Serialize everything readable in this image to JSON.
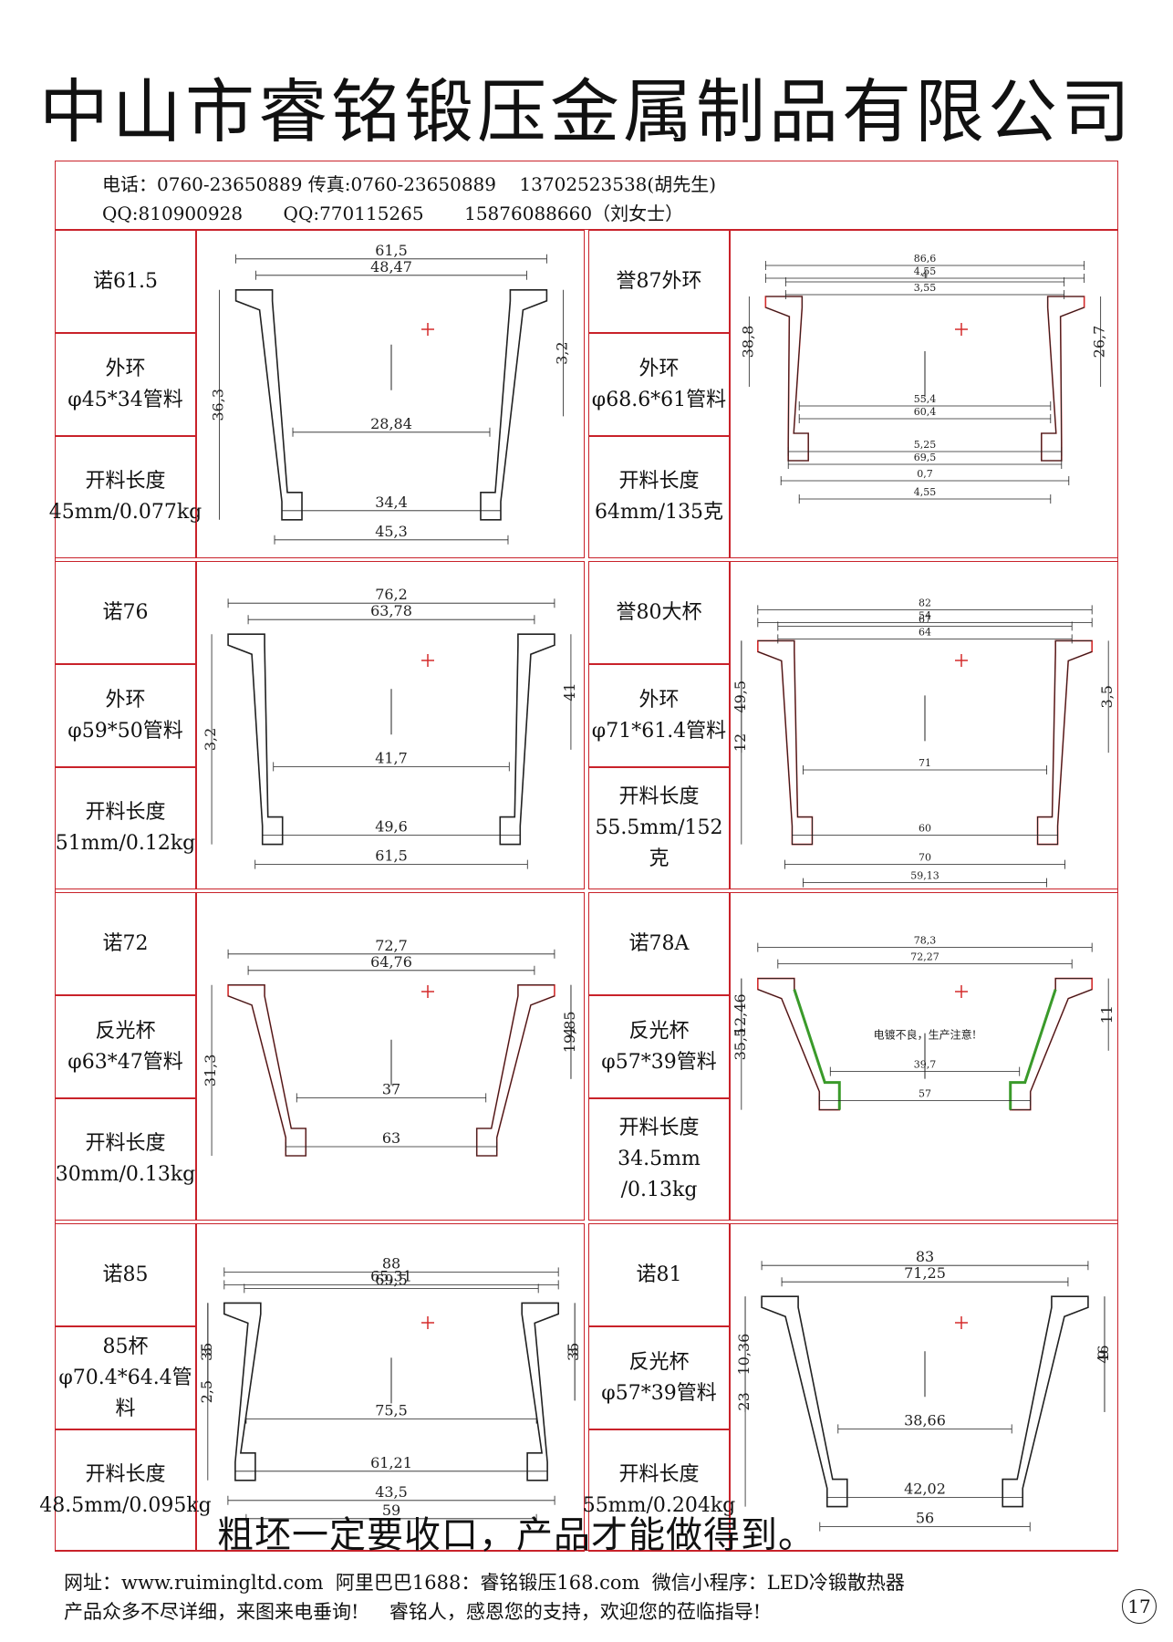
{
  "title": "中山市睿铭锻压金属制品有限公司",
  "contact": {
    "line1": "电话：0760-23650889 传真:0760-23650889    13702523538(胡先生)",
    "line2": "QQ:810900928       QQ:770115265       15876088660（刘女士）"
  },
  "products": [
    {
      "name": "诺61.5",
      "type": "外环",
      "tube": "φ45*34管料",
      "len_label": "开料长度",
      "len": "45mm/0.077kg",
      "dims": [
        "61,5",
        "48,47",
        "3,2",
        "36,3",
        "28,84",
        "34,4",
        "45,3"
      ]
    },
    {
      "name": "誉87外环",
      "type": "外环",
      "tube": "φ68.6*61管料",
      "len_label": "开料长度",
      "len": "64mm/135克",
      "dims": [
        "86,6",
        "4",
        "26,7",
        "55,4",
        "5,25",
        "38,8",
        "0,7",
        "4,55",
        "4,55",
        "3,55",
        "60,4",
        "69,5"
      ]
    },
    {
      "name": "诺76",
      "type": "外环",
      "tube": "φ59*50管料",
      "len_label": "开料长度",
      "len": "51mm/0.12kg",
      "dims": [
        "76,2",
        "63,78",
        "41",
        "3,2",
        "41,7",
        "49,6",
        "61,5"
      ]
    },
    {
      "name": "誉80大杯",
      "type": "外环",
      "tube": "φ71*61.4管料",
      "len_label": "开料长度",
      "len": "55.5mm/152克",
      "dims": [
        "82",
        "67",
        "3,5",
        "12",
        "71",
        "60",
        "70",
        "49,5",
        "59,13",
        "54",
        "64"
      ]
    },
    {
      "name": "诺72",
      "type": "反光杯",
      "tube": "φ63*47管料",
      "len_label": "开料长度",
      "len": "30mm/0.13kg",
      "dims": [
        "72,7",
        "64,76",
        "4",
        "31,3",
        "19,85",
        "37",
        "63"
      ]
    },
    {
      "name": "诺78A",
      "type": "反光杯",
      "tube": "φ57*39管料",
      "len_label": "开料长度",
      "len": "34.5mm /0.13kg",
      "dims": [
        "78,3",
        "72,27",
        "11",
        "35,5",
        "39,7",
        "12,46",
        "57"
      ],
      "note": "电镀不良，生产注意!"
    },
    {
      "name": "诺85",
      "type": "85杯",
      "tube": "φ70.4*64.4管料",
      "len_label": "开料长度",
      "len": "48.5mm/0.095kg",
      "dims": [
        "88",
        "69,5",
        "3",
        "75,5",
        "35",
        "35",
        "61,21",
        "3",
        "43,5",
        "2,5",
        "59",
        "65,31"
      ]
    },
    {
      "name": "诺81",
      "type": "反光杯",
      "tube": "φ57*39管料",
      "len_label": "开料长度",
      "len": "55mm/0.204kg",
      "dims": [
        "83",
        "71,25",
        "9",
        "23",
        "46",
        "10,36",
        "38,66",
        "42,02",
        "56"
      ]
    }
  ],
  "note": "粗坯一定要收口，产品才能做得到。",
  "footer": {
    "line1": "网址：www.ruimingltd.com  阿里巴巴1688：睿铭锻压168.com  微信小程序：LED冷锻散热器",
    "line2": "产品众多不尽详细，来图来电垂询!     睿铭人，感恩您的支持，欢迎您的莅临指导!"
  },
  "page_number": "17"
}
